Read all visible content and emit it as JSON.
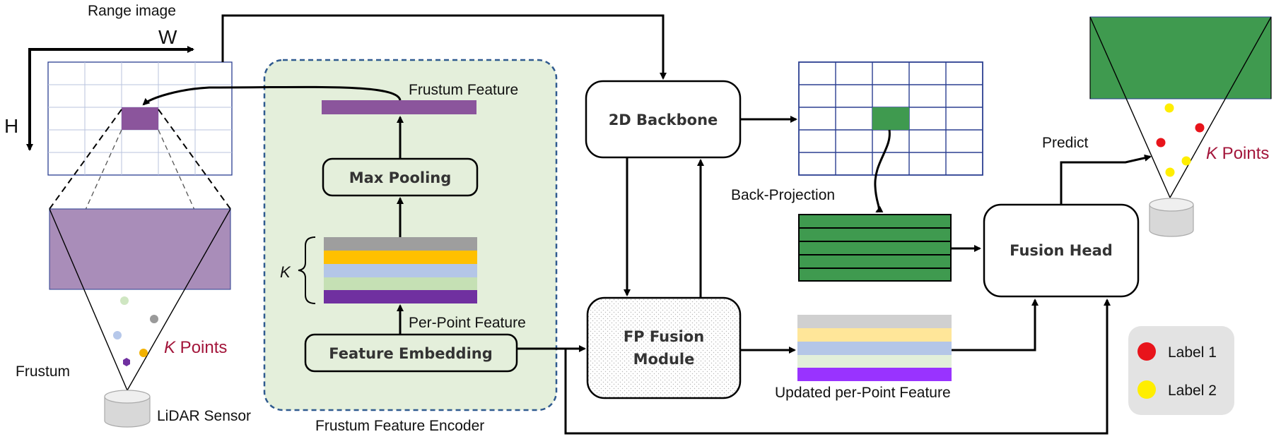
{
  "range_image": {
    "title": "Range image",
    "width_label": "W",
    "height_label": "H"
  },
  "frustum": {
    "label": "Frustum",
    "k_prefix": "K",
    "points_suffix": " Points"
  },
  "sensor": {
    "label": "LiDAR Sensor"
  },
  "encoder": {
    "caption": "Frustum Feature Encoder",
    "frustum_feature": "Frustum Feature",
    "max_pooling": "Max Pooling",
    "k_label": "K",
    "per_point_feature": "Per-Point Feature",
    "feature_embedding": "Feature Embedding"
  },
  "backbone": {
    "label": "2D Backbone"
  },
  "fp_fusion": {
    "line1": "FP Fusion",
    "line2": "Module"
  },
  "back_projection": "Back-Projection",
  "updated_feature": "Updated per-Point Feature",
  "fusion_head": "Fusion Head",
  "predict": "Predict",
  "output": {
    "k_prefix": "K",
    "points_suffix": " Points"
  },
  "legend": {
    "label1": "Label 1",
    "label2": "Label 2"
  },
  "colors": {
    "purple_feature": "#8b559c",
    "frustum_fill": "#a98db9",
    "encoder_bg": "#e4efdb",
    "encoder_border": "#2f5a8f",
    "grid_line": "#2b3f91",
    "green": "#3f9a4f",
    "label1": "#e8141b",
    "label2": "#ffee00"
  }
}
